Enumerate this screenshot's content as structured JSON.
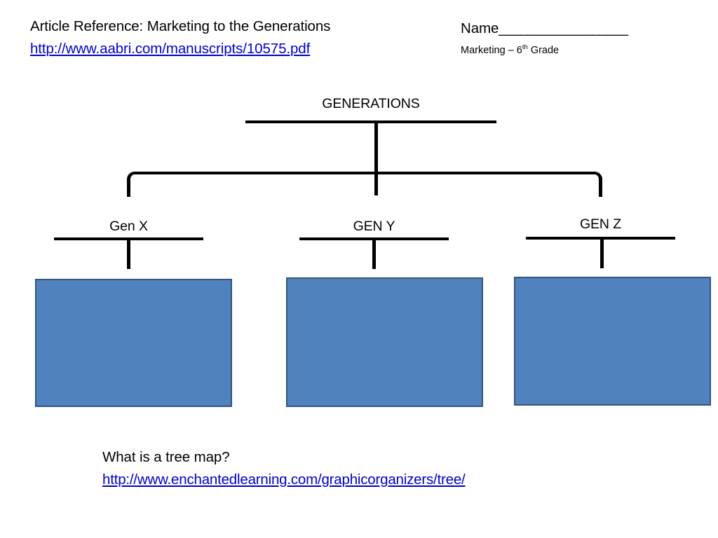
{
  "header": {
    "article_reference": "Article Reference: Marketing to the Generations",
    "article_url": "http://www.aabri.com/manuscripts/10575.pdf",
    "name_label": "Name",
    "name_blank": "__________________",
    "course_prefix": "Marketing – 6",
    "course_ordinal": "th",
    "course_suffix": " Grade"
  },
  "tree": {
    "root": {
      "label": "GENERATIONS"
    },
    "children": [
      {
        "label": "Gen X",
        "answer": ""
      },
      {
        "label": "GEN Y",
        "answer": ""
      },
      {
        "label": "GEN Z",
        "answer": ""
      }
    ]
  },
  "footer": {
    "question": "What is a tree map?",
    "resource_url": "http://www.enchantedlearning.com/graphicorganizers/tree/"
  },
  "colors": {
    "box_fill": "#5082be",
    "box_border": "#36547f",
    "link": "#0000cc",
    "line": "#000000",
    "background": "#ffffff"
  }
}
